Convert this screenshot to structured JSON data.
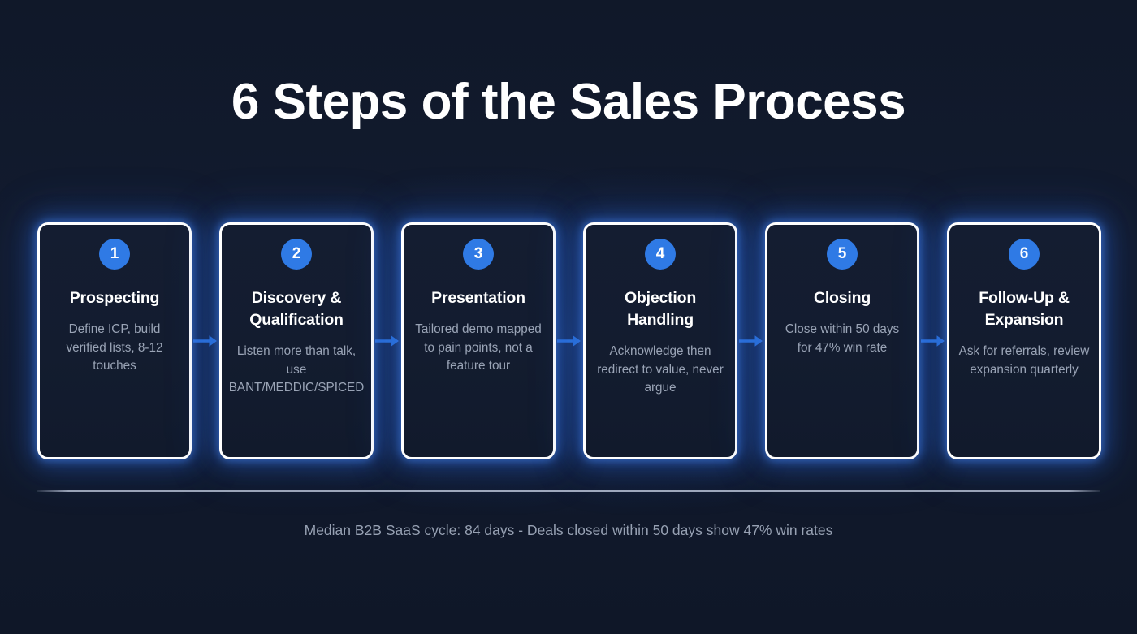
{
  "slide": {
    "title": "6 Steps of the Sales Process",
    "footer_note": "Median B2B SaaS cycle: 84 days - Deals closed within 50 days show 47% win rates",
    "background_color": "#111a2e",
    "accent_color": "#2f7ae5",
    "card_border_color": "#ffffff",
    "title_color": "#ffffff",
    "description_color": "#9aa4b6",
    "connector_icon": "arrow-right-icon"
  },
  "steps": [
    {
      "number": "1",
      "title": "Prospecting",
      "description": "Define ICP, build verified lists, 8-12 touches"
    },
    {
      "number": "2",
      "title": "Discovery & Qualification",
      "description": "Listen more than talk, use BANT/MEDDIC/SPICED"
    },
    {
      "number": "3",
      "title": "Presentation",
      "description": "Tailored demo mapped to pain points, not a feature tour"
    },
    {
      "number": "4",
      "title": "Objection Handling",
      "description": "Acknowledge then redirect to value, never argue"
    },
    {
      "number": "5",
      "title": "Closing",
      "description": "Close within 50 days for 47% win rate"
    },
    {
      "number": "6",
      "title": "Follow-Up & Expansion",
      "description": "Ask for referrals, review expansion quarterly"
    }
  ]
}
